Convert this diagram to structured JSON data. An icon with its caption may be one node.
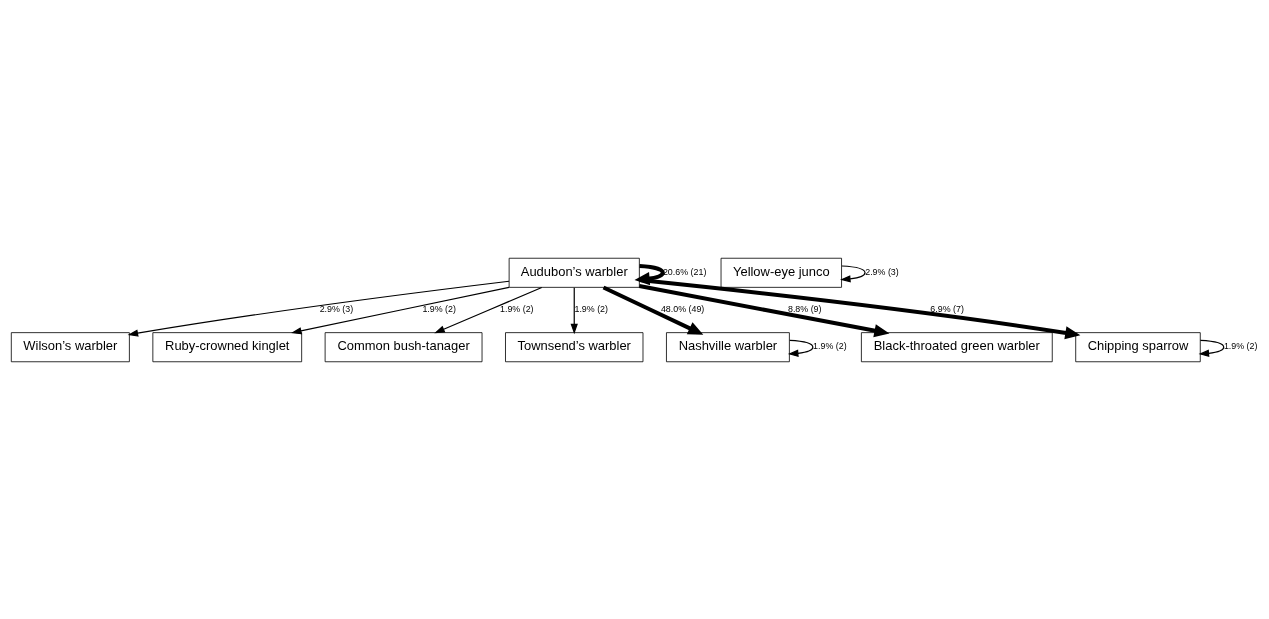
{
  "diagram": {
    "nodes": [
      {
        "text": [
          "Audubon’s warbler"
        ]
      },
      {
        "text": [
          "Wilson’s warbler"
        ]
      },
      {
        "text": [
          "Ruby-crowned kinglet"
        ]
      },
      {
        "text": [
          "Common bush-tanager"
        ]
      },
      {
        "text": [
          "Townsend’s warbler"
        ]
      },
      {
        "text": [
          "Nashville warbler"
        ]
      },
      {
        "text": [
          "Black-throated green warbler"
        ]
      },
      {
        "text": [
          "Chipping sparrow"
        ]
      },
      {
        "text": [
          "Yellow-eye junco"
        ]
      }
    ],
    "edges": [
      {
        "from": 0,
        "to": 0,
        "arrow": "to",
        "label": "20.6% (21)",
        "style": "thick"
      },
      {
        "from": 0,
        "to": 1,
        "arrow": "to",
        "label": "2.9% (3)"
      },
      {
        "from": 0,
        "to": 2,
        "arrow": "to",
        "label": "1.9% (2)"
      },
      {
        "from": 0,
        "to": 3,
        "arrow": "to",
        "label": "1.9% (2)"
      },
      {
        "from": 0,
        "to": 4,
        "arrow": "to",
        "label": "1.9% (2)"
      },
      {
        "from": 0,
        "to": 5,
        "arrow": "to",
        "label": "48.0% (49)",
        "style": "thick"
      },
      {
        "from": 0,
        "to": 6,
        "arrow": "to",
        "label": "8.8% (9)",
        "style": "thick"
      },
      {
        "from": 0,
        "to": 7,
        "arrow": "to",
        "label": "6.9% (7)",
        "style": "thick"
      },
      {
        "from": 7,
        "to": 7,
        "arrow": "to",
        "label": "1.9% (2)"
      },
      {
        "from": 5,
        "to": 5,
        "arrow": "to",
        "label": "1.9% (2)"
      },
      {
        "from": 8,
        "to": 8,
        "arrow": "to",
        "label": "2.9% (3)"
      }
    ]
  }
}
